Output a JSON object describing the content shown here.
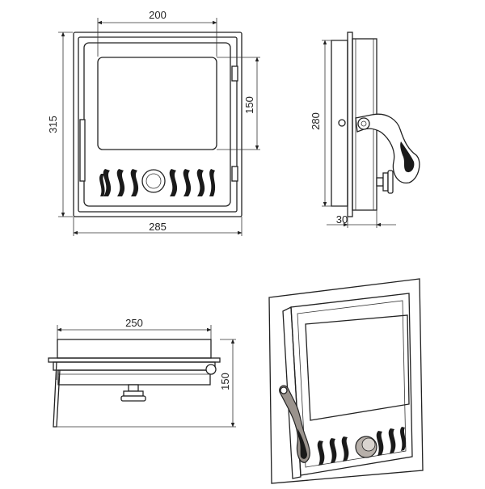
{
  "front_view": {
    "dim_width_top": "200",
    "dim_height_left": "315",
    "dim_glass_height": "150",
    "dim_width_bottom": "285"
  },
  "side_view": {
    "dim_height": "280",
    "dim_depth": "30"
  },
  "top_view": {
    "dim_width": "250",
    "dim_height": "150"
  },
  "perspective_view": {
    "frame_color": "#c2bbb5",
    "door_color": "#a39c96",
    "glass_color": "#ffffff"
  }
}
